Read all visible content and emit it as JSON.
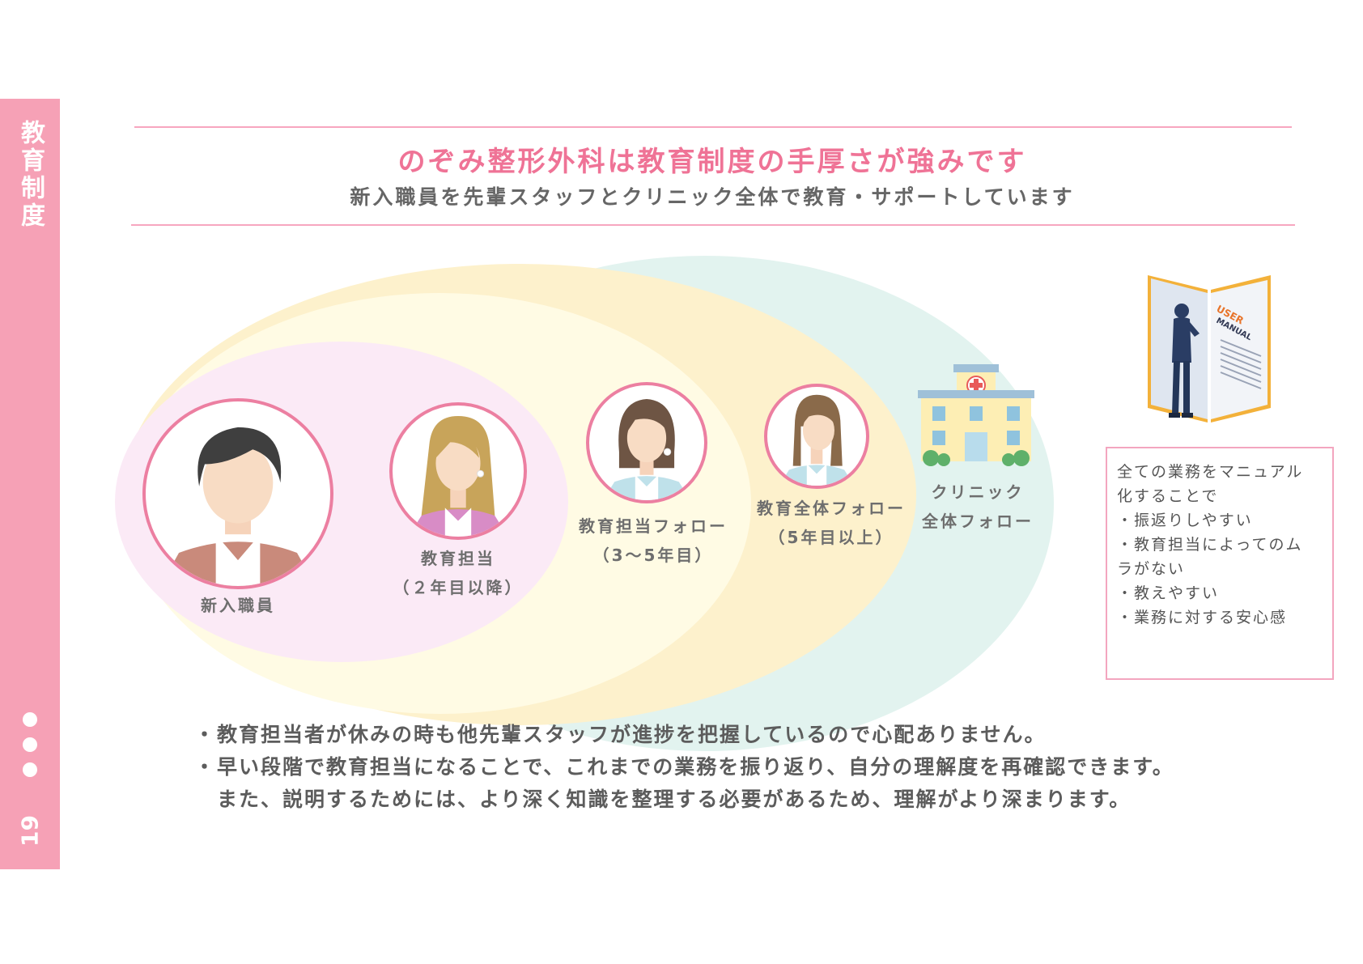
{
  "sidebar": {
    "section_title": "教育制度",
    "page_number": "19"
  },
  "header": {
    "title": "のぞみ整形外科は教育制度の手厚さが強みです",
    "subtitle": "新入職員を先輩スタッフとクリニック全体で教育・サポートしています"
  },
  "diagram": {
    "labels": {
      "new_staff": "新入職員",
      "trainer_line1": "教育担当",
      "trainer_line2": "（２年目以降）",
      "trainer_follow_line1": "教育担当フォロー",
      "trainer_follow_line2": "（3～5年目）",
      "all_education_line1": "教育全体フォロー",
      "all_education_line2": "（5年目以上）",
      "clinic_line1": "クリニック",
      "clinic_line2": "全体フォロー"
    },
    "manual_cover_line1": "USER",
    "manual_cover_line2": "MANUAL",
    "colors": {
      "pink": "#fbeaf6",
      "cream": "#fffbe4",
      "yellow": "#fdf1cc",
      "teal": "#e2f3ef",
      "accent": "#ec7fa1"
    }
  },
  "note": {
    "lines": [
      "全ての業務をマニュアル",
      "化することで",
      "・振返りしやすい",
      "・教育担当によってのム",
      "ラがない",
      "・教えやすい",
      "・業務に対する安心感"
    ]
  },
  "bullets": {
    "marker": "・",
    "items": [
      "教育担当者が休みの時も他先輩スタッフが進捗を把握しているので心配ありません。",
      "早い段階で教育担当になることで、これまでの業務を振り返り、自分の理解度を再確認できます。また、説明するためには、より深く知識を整理する必要があるため、理解がより深まります。"
    ]
  }
}
